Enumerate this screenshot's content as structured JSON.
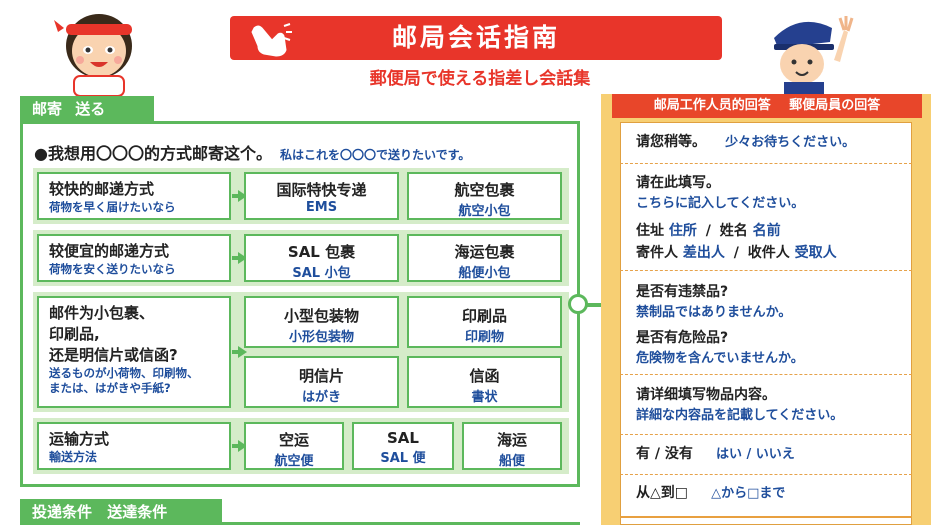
{
  "title": {
    "main": "邮局会话指南",
    "sub": "郵便局で使える指差し会話集"
  },
  "send_section": {
    "tab_zh": "邮寄",
    "tab_ja": "送る",
    "headline_zh": "我想用〇〇〇的方式邮寄这个。",
    "headline_ja": "私はこれを〇〇〇で送りたいです。",
    "rows": [
      {
        "label_zh": "较快的邮递方式",
        "label_ja": "荷物を早く届けたいなら",
        "options": [
          {
            "zh": "国际特快专递",
            "ja": "EMS"
          },
          {
            "zh": "航空包裹",
            "ja": "航空小包"
          }
        ]
      },
      {
        "label_zh": "较便宜的邮递方式",
        "label_ja": "荷物を安く送りたいなら",
        "options": [
          {
            "zh": "SAL 包裹",
            "ja": "SAL 小包"
          },
          {
            "zh": "海运包裹",
            "ja": "船便小包"
          }
        ]
      },
      {
        "label_zh_lines": [
          "邮件为小包裹、",
          "印刷品,",
          "还是明信片或信函?"
        ],
        "label_ja_lines": [
          "送るものが小荷物、印刷物、",
          "または、はがきや手紙?"
        ],
        "options": [
          {
            "zh": "小型包装物",
            "ja": "小形包装物"
          },
          {
            "zh": "印刷品",
            "ja": "印刷物"
          },
          {
            "zh": "明信片",
            "ja": "はがき"
          },
          {
            "zh": "信函",
            "ja": "書状"
          }
        ]
      },
      {
        "label_zh": "运输方式",
        "label_ja": "輸送方法",
        "options": [
          {
            "zh": "空运",
            "ja": "航空便"
          },
          {
            "zh": "SAL",
            "ja": "SAL 便"
          },
          {
            "zh": "海运",
            "ja": "船便"
          }
        ]
      }
    ]
  },
  "conditions_section": {
    "tab_zh": "投递条件",
    "tab_ja": "送達条件"
  },
  "staff_panel": {
    "header_zh": "邮局工作人员的回答",
    "header_ja": "郵便局員の回答",
    "items": [
      {
        "zh": "请您稍等。",
        "ja": "少々お待ちください。"
      },
      {
        "zh": "请在此填写。",
        "ja": "こちらに記入してください。"
      },
      {
        "zh": "是否有违禁品?",
        "ja": "禁制品ではありませんか。"
      },
      {
        "zh": "是否有危险品?",
        "ja": "危険物を含んでいませんか。"
      },
      {
        "zh": "请详细填写物品内容。",
        "ja": "詳細な内容品を記載してください。"
      },
      {
        "zh": "有 / 没有",
        "ja": "はい / いいえ"
      },
      {
        "zh": "从△到□",
        "ja": "△から□まで"
      }
    ],
    "address_terms": {
      "address_zh": "住址",
      "address_ja": "住所",
      "name_zh": "姓名",
      "name_ja": "名前",
      "sender_zh": "寄件人",
      "sender_ja": "差出人",
      "recipient_zh": "收件人",
      "recipient_ja": "受取人",
      "slash": "/"
    }
  },
  "icons": [
    "pointing-hand-icon",
    "girl-character-icon",
    "postman-character-icon"
  ]
}
